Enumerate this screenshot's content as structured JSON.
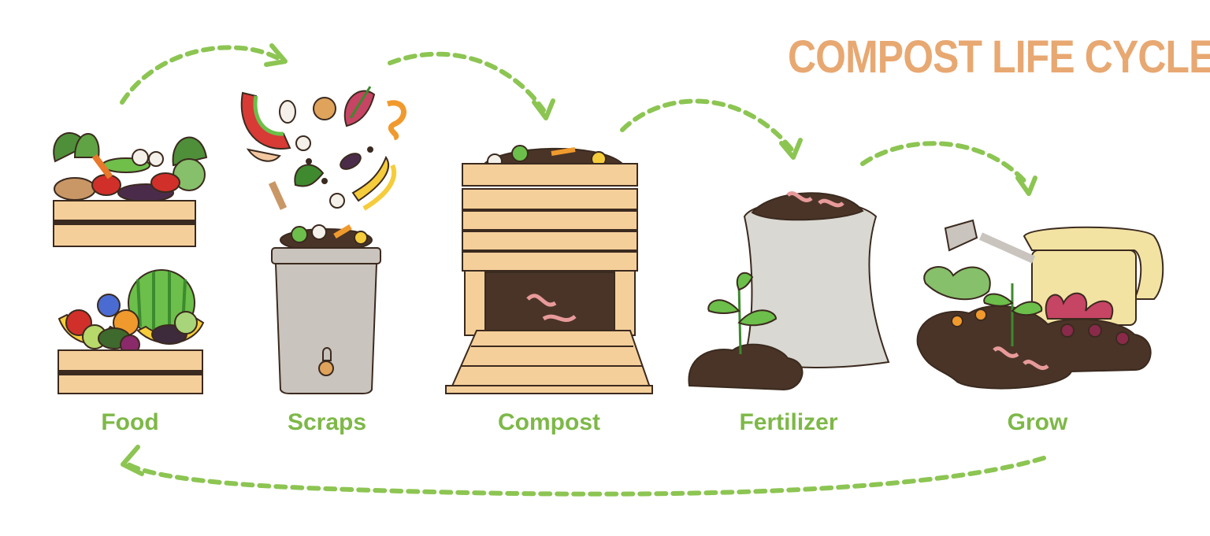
{
  "title": "COMPOST LIFE CYCLE",
  "stages": [
    {
      "label": "Food"
    },
    {
      "label": "Scraps"
    },
    {
      "label": "Compost"
    },
    {
      "label": "Fertilizer"
    },
    {
      "label": "Grow"
    }
  ],
  "colors": {
    "title": "#e8a872",
    "label": "#7eb848",
    "arrow": "#8cc552",
    "wood": "#f5cf9a",
    "wood_stroke": "#3b2a1f",
    "soil": "#4a3428",
    "bin": "#c9c4bd",
    "sack": "#d9d8d2",
    "watering_can": "#f3e3a3"
  }
}
